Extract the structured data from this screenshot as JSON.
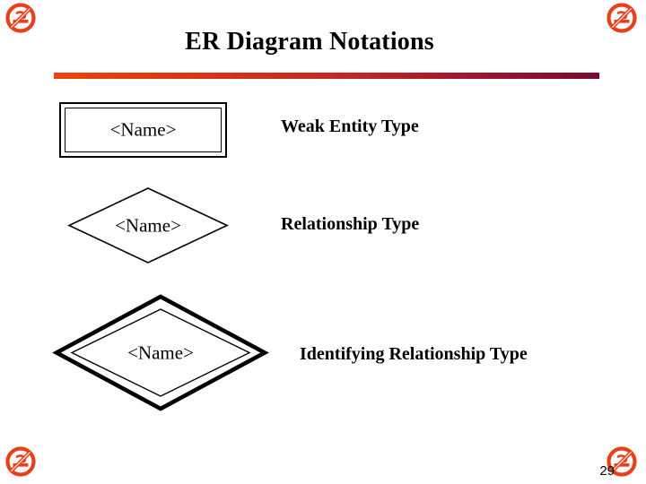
{
  "slide": {
    "title": "ER Diagram Notations",
    "page_number": "29",
    "accent_start_color": "#EE4411",
    "accent_end_color": "#7A0B2E",
    "bullet_color": "#E8401A"
  },
  "bullets": [
    {
      "name": "no-smoking-icon",
      "position": "top-left"
    },
    {
      "name": "no-smoking-icon",
      "position": "top-right"
    },
    {
      "name": "no-smoking-icon",
      "position": "bottom-left"
    },
    {
      "name": "no-smoking-icon",
      "position": "bottom-right"
    }
  ],
  "notations": [
    {
      "shape": "double-rectangle",
      "shape_text": "<Name>",
      "label": "Weak Entity Type"
    },
    {
      "shape": "diamond",
      "shape_text": "<Name>",
      "label": "Relationship Type"
    },
    {
      "shape": "double-diamond",
      "shape_text": "<Name>",
      "label": "Identifying Relationship Type"
    }
  ]
}
